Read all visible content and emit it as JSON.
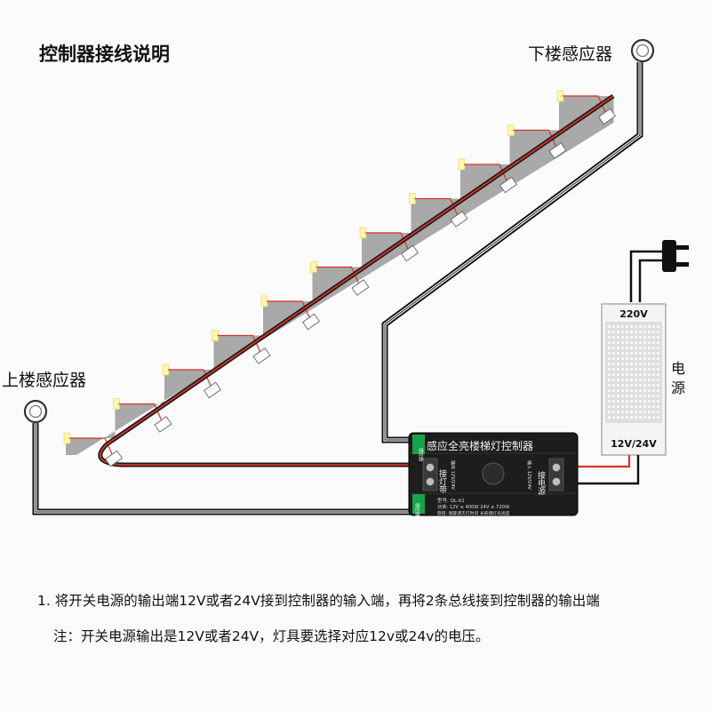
{
  "title": "控制器接线说明",
  "sensors": {
    "downstairs": "下楼感应器",
    "upstairs": "上楼感应器"
  },
  "controller": {
    "name": "感应全亮楼梯灯控制器",
    "output_label": "接灯带",
    "input_label": "接电源",
    "output_spec": "输出 12V/24V",
    "input_spec": "输入 12V/24V",
    "model": "型号: QL-01",
    "power": "功率: 12V ≤ 400W  24V ≤ 720W",
    "knobs": "旋钮: 顺旋调灭灯时间 长按调灯光亮度",
    "port_top": "感应器",
    "port_bottom": "感应器"
  },
  "power_supply": {
    "input": "220V",
    "output": "12V/24V",
    "title": "电源"
  },
  "notes": [
    "1. 将开关电源的输出端12V或者24V接到控制器的输入端，再将2条总线接到控制器的输出端",
    "注：开关电源输出是12V或者24V，灯具要选择对应12v或24v的电压。"
  ],
  "colors": {
    "stair": "#a9a9a9",
    "wire_red": "#d8322a",
    "wire_black": "#1a1a1a",
    "controller": "#1d1d1d",
    "led": "#fff7b0"
  }
}
